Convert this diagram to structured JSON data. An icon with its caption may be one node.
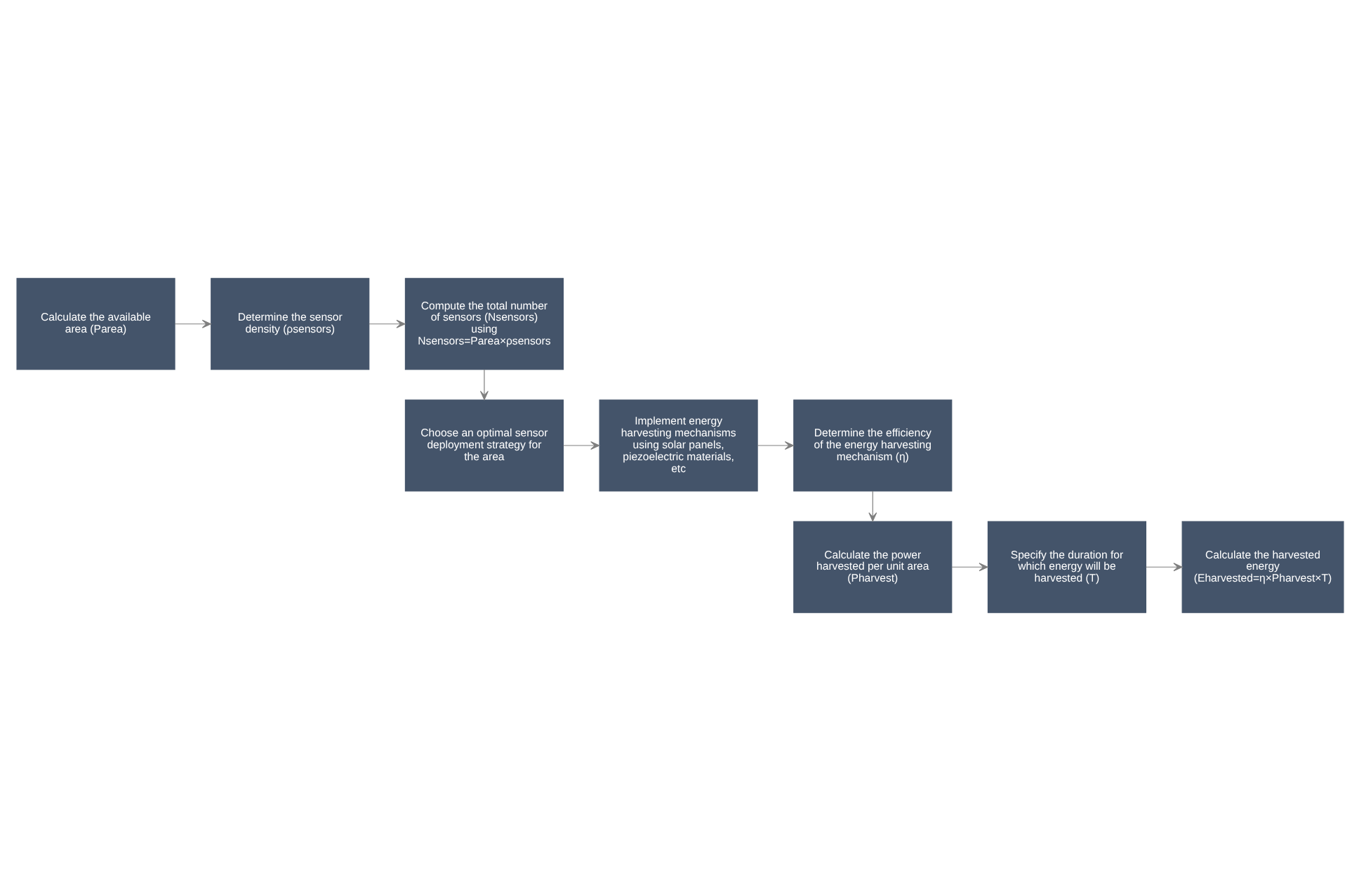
{
  "diagram": {
    "nodes": [
      {
        "text": [
          "Calculate the available area (Parea)"
        ]
      },
      {
        "text": [
          "Determine the sensor density (ρsensors)"
        ]
      },
      {
        "text": [
          "Compute the total number of sensors (Nsensors) using Nsensors=Parea×ρsensors"
        ]
      },
      {
        "text": [
          "Choose an optimal sensor deployment strategy for the area"
        ]
      },
      {
        "text": [
          "Implement energy harvesting mechanisms using solar panels, piezoelectric materials, etc"
        ]
      },
      {
        "text": [
          "Determine the efficiency of the energy harvesting mechanism (η)"
        ]
      },
      {
        "text": [
          "Calculate the power harvested per unit area (Pharvest)"
        ]
      },
      {
        "text": [
          "Specify the duration for which energy will be harvested (T)"
        ]
      },
      {
        "text": [
          "Calculate the harvested energy (Eharvested=η×Pharvest×T)"
        ]
      }
    ],
    "edges": [
      {
        "from": 0,
        "to": 1,
        "arrow": "to"
      },
      {
        "from": 1,
        "to": 2,
        "arrow": "to"
      },
      {
        "from": 2,
        "to": 3,
        "arrow": "to"
      },
      {
        "from": 3,
        "to": 4,
        "arrow": "to"
      },
      {
        "from": 4,
        "to": 5,
        "arrow": "to"
      },
      {
        "from": 5,
        "to": 6,
        "arrow": "to"
      },
      {
        "from": 6,
        "to": 7,
        "arrow": "to"
      },
      {
        "from": 7,
        "to": 8,
        "arrow": "to"
      }
    ]
  }
}
